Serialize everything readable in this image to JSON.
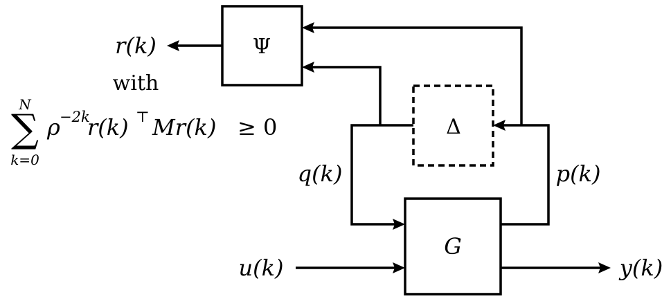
{
  "blocks": {
    "psi": "Ψ",
    "delta": "Δ",
    "g": "G"
  },
  "signals": {
    "r": "r(k)",
    "q": "q(k)",
    "p": "p(k)",
    "u": "u(k)",
    "y": "y(k)"
  },
  "constraint": {
    "with": "with",
    "sum_upper": "N",
    "sum_symbol": "∑",
    "sum_lower": "k=0",
    "expression": "ρ^{−2k} r(k)^⊤ M r(k) ≥ 0",
    "rho": "ρ",
    "rho_exp": "−2k",
    "r_part": "r(k)",
    "transpose": "⊤",
    "m_part": "Mr(k)",
    "inequality": "≥ 0"
  }
}
